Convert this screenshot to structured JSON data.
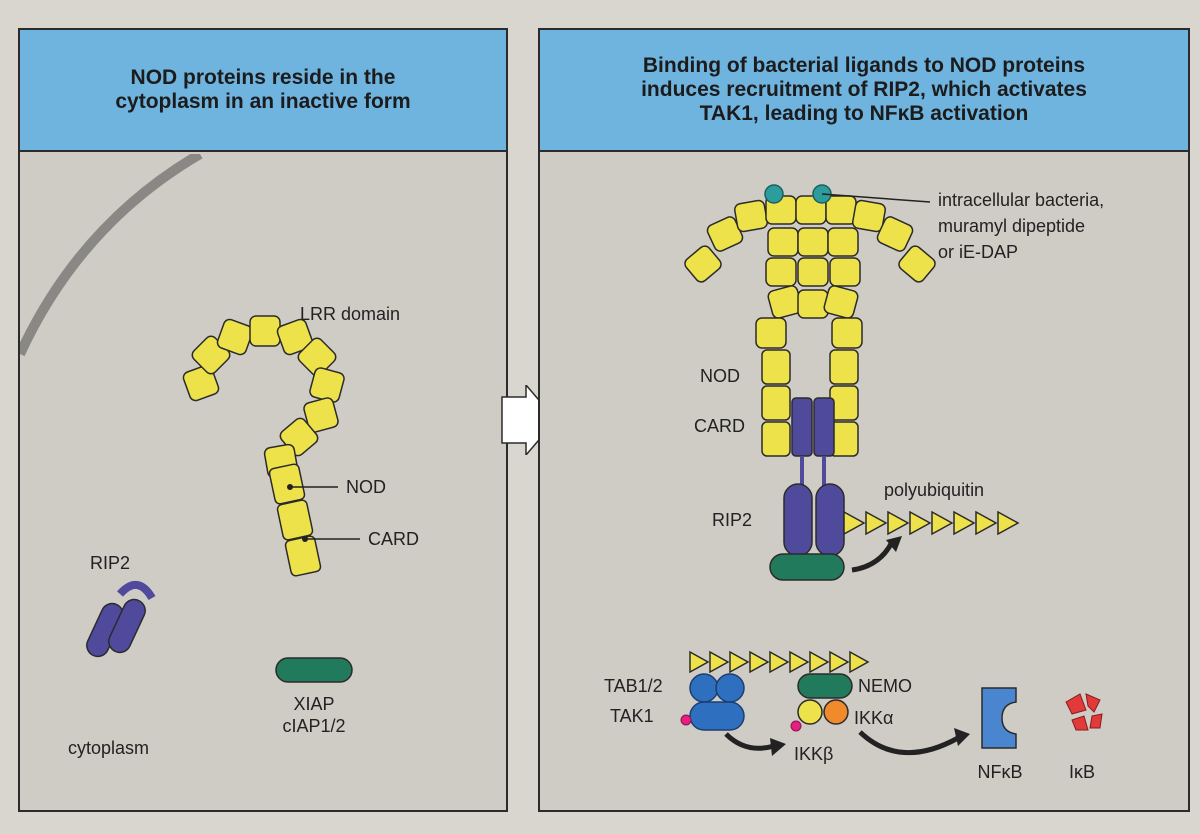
{
  "colors": {
    "header": "#6fb3df",
    "panel": "#cfccc6",
    "lrr_yellow": "#eee24a",
    "card_purple": "#4f4a9c",
    "xiap_green": "#227a5c",
    "tab_blue": "#2f6fbf",
    "ligand_teal": "#2d9c9c",
    "ikk_orange": "#f08a2a",
    "phospho_pink": "#e5207f",
    "nfkb_blue": "#4a86cf",
    "ikb_red": "#e03a3a"
  },
  "left_panel": {
    "title": "NOD proteins reside in the\ncytoplasm in an inactive form",
    "labels": {
      "lrr_domain": "LRR domain",
      "nod": "NOD",
      "card": "CARD",
      "rip2": "RIP2",
      "xiap": "XIAP",
      "ciap": "cIAP1/2",
      "cytoplasm": "cytoplasm"
    }
  },
  "right_panel": {
    "title": "Binding of bacterial ligands to NOD proteins\ninduces recruitment of RIP2, which activates\nTAK1, leading to NFκB activation",
    "labels": {
      "ligand_line1": "intracellular bacteria,",
      "ligand_line2": "muramyl dipeptide",
      "ligand_line3": "or iE-DAP",
      "nod": "NOD",
      "card": "CARD",
      "rip2": "RIP2",
      "polyubiquitin": "polyubiquitin",
      "tab12": "TAB1/2",
      "tak1": "TAK1",
      "nemo": "NEMO",
      "ikka": "IKKα",
      "ikkb": "IKKβ",
      "nfkb": "NFκB",
      "ikb": "IκB"
    }
  }
}
